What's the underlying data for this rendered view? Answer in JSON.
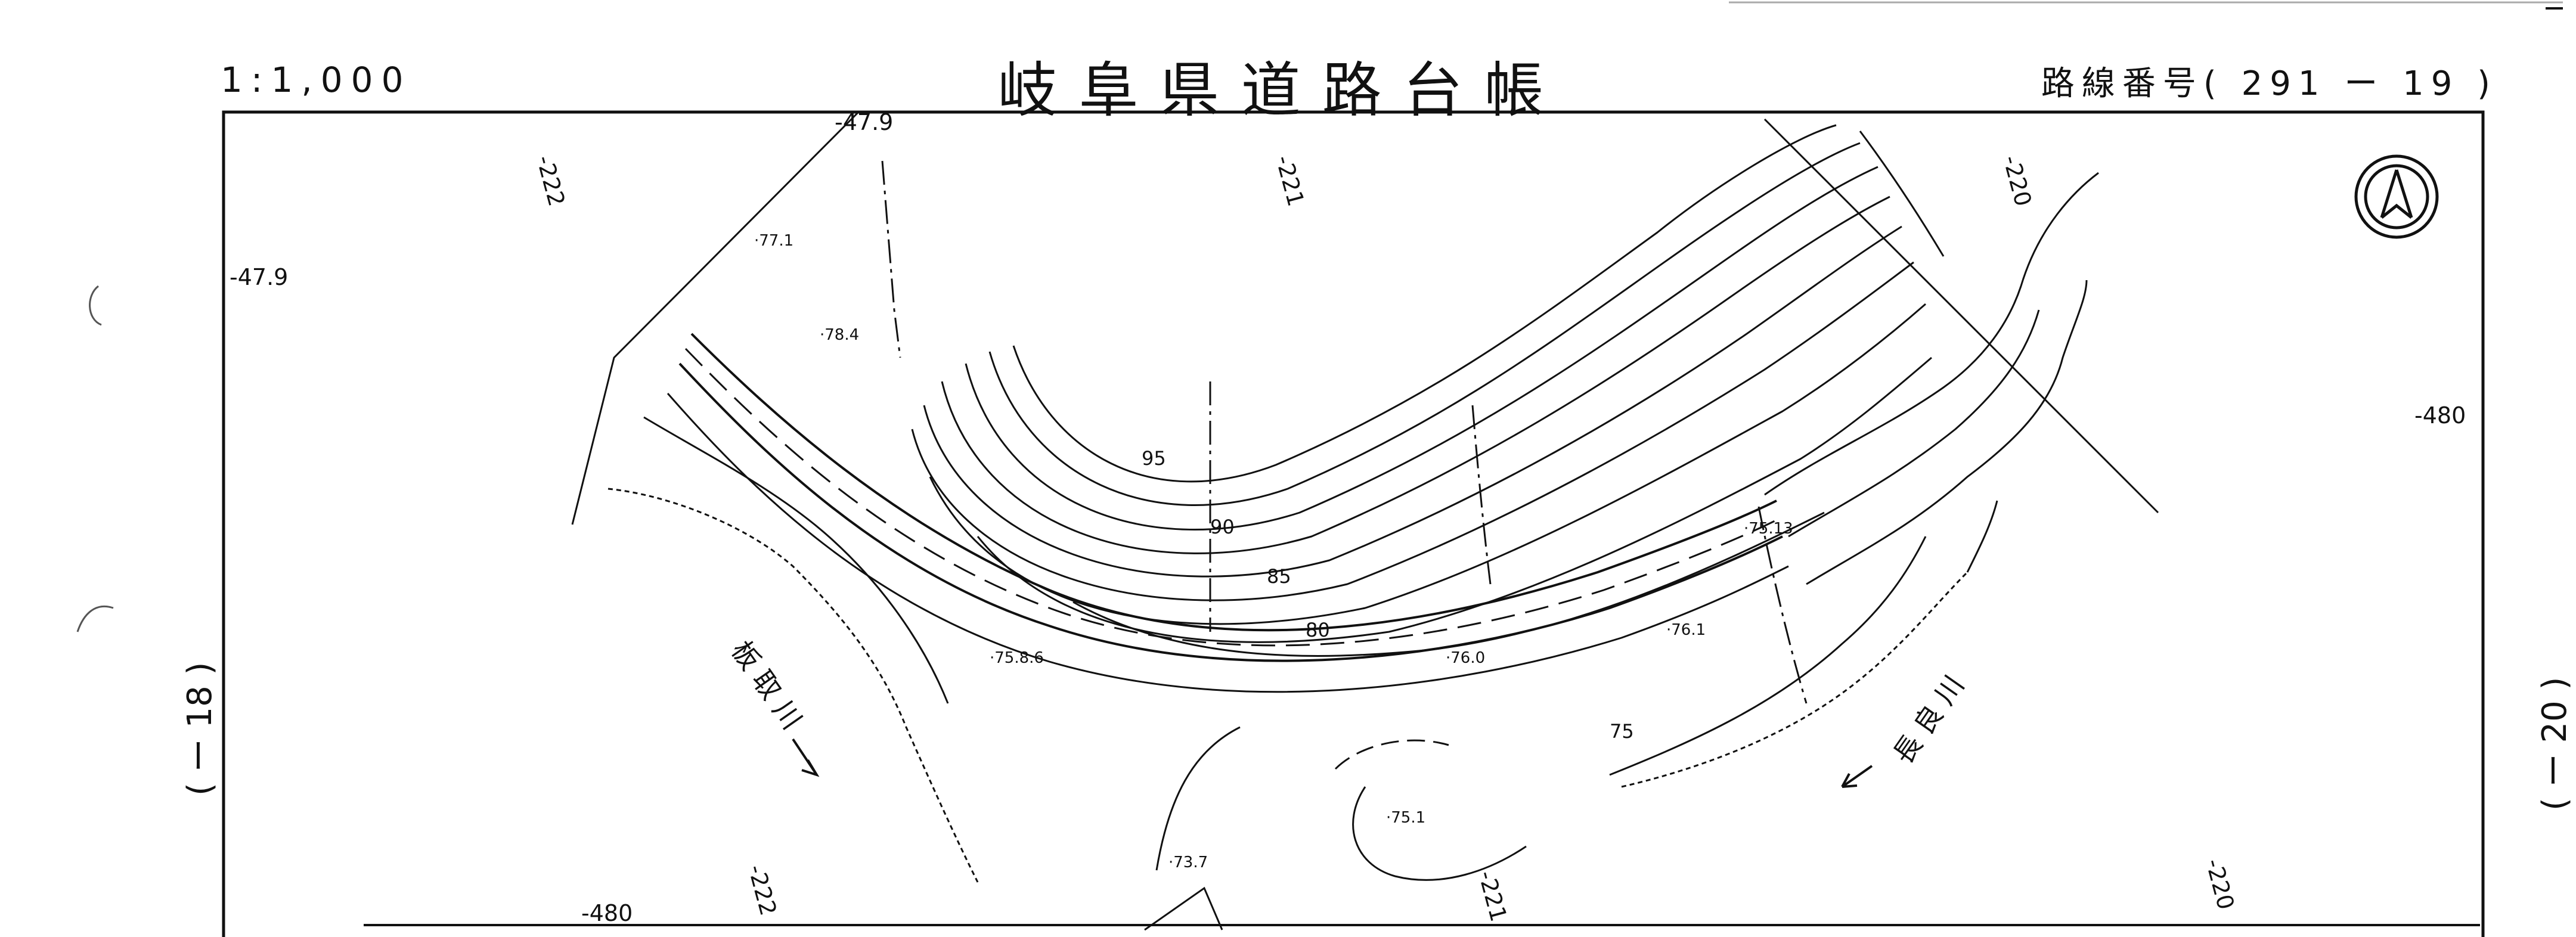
{
  "header": {
    "scale": "1:1,000",
    "title": "岐阜県道路台帳",
    "route_prefix": "路線番号(",
    "route_number": "291 ー 19",
    "route_suffix": ")"
  },
  "sheet_refs": {
    "previous": "( ー 18 )",
    "next": "( ー 20 )"
  },
  "grid_labels": {
    "g222_top": "-222",
    "g479_top": "-47.9",
    "g221_top": "-221",
    "g220_top": "-220",
    "g479_left": "-47.9",
    "g480_right": "-480",
    "g480_bottom": "-480",
    "g222_bottom": "-222",
    "g221_bottom": "-221",
    "g220_bottom": "-220"
  },
  "contours": {
    "c95": "95",
    "c90": "90",
    "c85": "85",
    "c80": "80",
    "c75": "75"
  },
  "spot_heights": {
    "s771": "·77.1",
    "s784": "·78.4",
    "s7586": "·75.8.6",
    "s760": "·76.0",
    "s761": "·76.1",
    "s7513": "·75.13",
    "s751": "·75.1",
    "s737": "·73.7"
  },
  "rivers": {
    "itadori": "板 取 川",
    "nagara": "長 良 川"
  },
  "north_symbol": "north-arrow-icon",
  "colors": {
    "ink": "#111111",
    "paper": "#ffffff"
  }
}
